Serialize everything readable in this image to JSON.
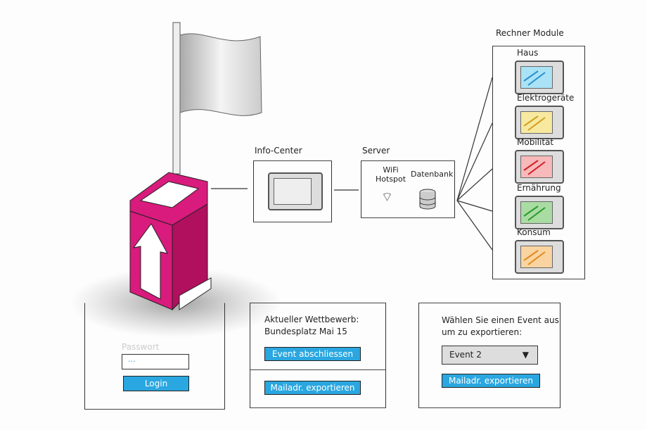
{
  "info_center": {
    "title": "Info-Center"
  },
  "server": {
    "title": "Server",
    "wifi": "WiFi\nHotspot",
    "wifi_l1": "WiFi",
    "wifi_l2": "Hotspot",
    "db": "Datenbank"
  },
  "modules": {
    "title": "Rechner Module",
    "items": [
      {
        "label": "Haus",
        "color": "#a9e3f5",
        "stroke": "#2a8fd0"
      },
      {
        "label": "Elektrogeräte",
        "color": "#f8e9a0",
        "stroke": "#d0a020"
      },
      {
        "label": "Mobilität",
        "color": "#f7b9b9",
        "stroke": "#d0202a"
      },
      {
        "label": "Ernährung",
        "color": "#a9dca3",
        "stroke": "#2a9a2a"
      },
      {
        "label": "Konsum",
        "color": "#f9d4a0",
        "stroke": "#e08a20"
      }
    ]
  },
  "login": {
    "password_label": "Passwort",
    "password_value": "...",
    "login_button": "Login"
  },
  "competition": {
    "line1": "Aktueller Wettbewerb:",
    "line2": "Bundesplatz Mai 15",
    "close_button": "Event abschliessen",
    "export_button": "Mailadr. exportieren"
  },
  "export": {
    "line1": "Wählen Sie einen Event aus",
    "line2": "um zu exportieren:",
    "select_value": "Event 2",
    "export_button": "Mailadr. exportieren"
  },
  "colors": {
    "kiosk": "#d81b7c",
    "button": "#2aa7e0"
  }
}
